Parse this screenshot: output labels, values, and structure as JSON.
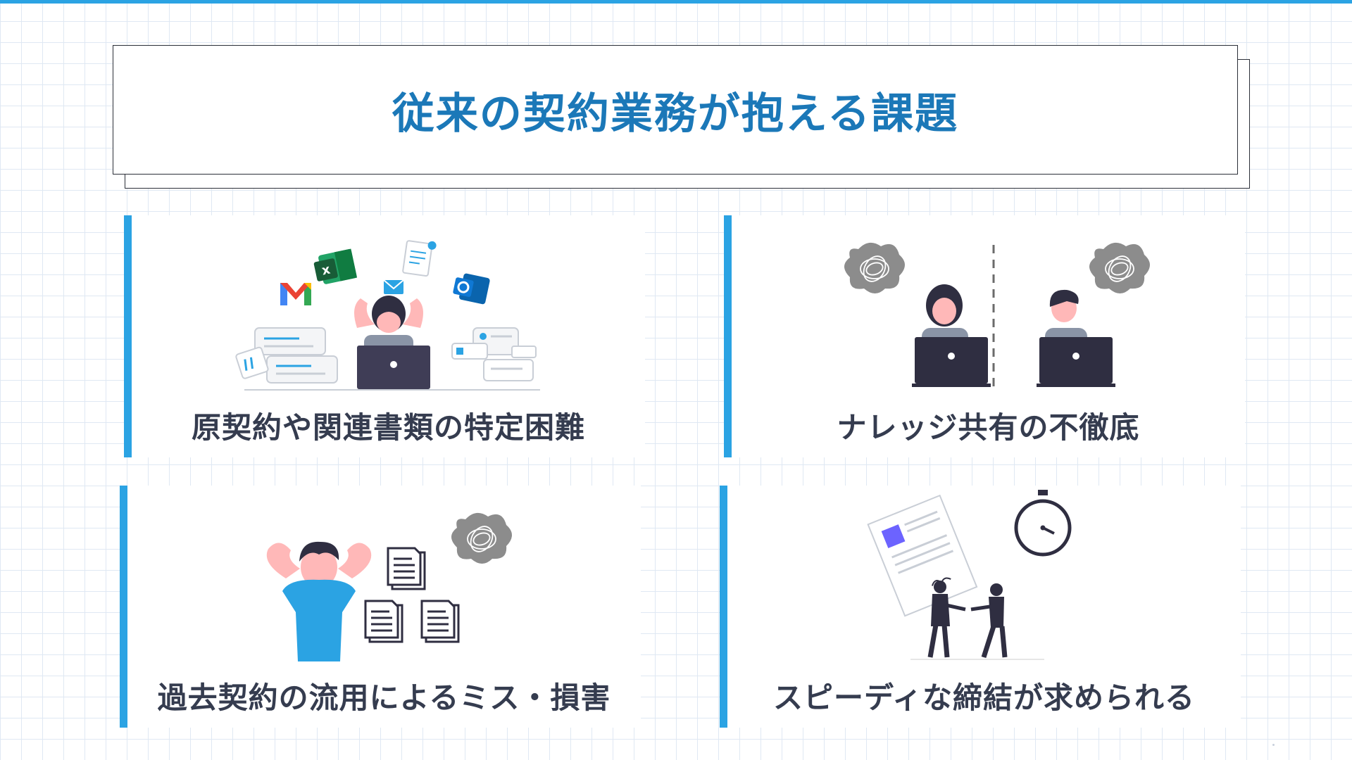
{
  "colors": {
    "accent": "#2ba3e3",
    "title": "#1b78b8",
    "text": "#353c4f",
    "dark": "#2f2e41",
    "paper": "#f2f2f2",
    "skin": "#ffb8b8"
  },
  "title": "従来の契約業務が抱える課題",
  "cards": [
    {
      "label": "原契約や関連書類の特定困難",
      "icons": [
        "gmail-icon",
        "excel-icon",
        "mail-icon",
        "document-icon",
        "outlook-icon",
        "laptop-icon"
      ]
    },
    {
      "label": "ナレッジ共有の不徹底",
      "icons": [
        "thought-cloud-icon",
        "laptop-icon"
      ]
    },
    {
      "label": "過去契約の流用によるミス・損害",
      "icons": [
        "document-icon",
        "thought-cloud-icon"
      ]
    },
    {
      "label": "スピーディな締結が求められる",
      "icons": [
        "contract-document-icon",
        "stopwatch-icon",
        "handshake-icon"
      ]
    }
  ]
}
